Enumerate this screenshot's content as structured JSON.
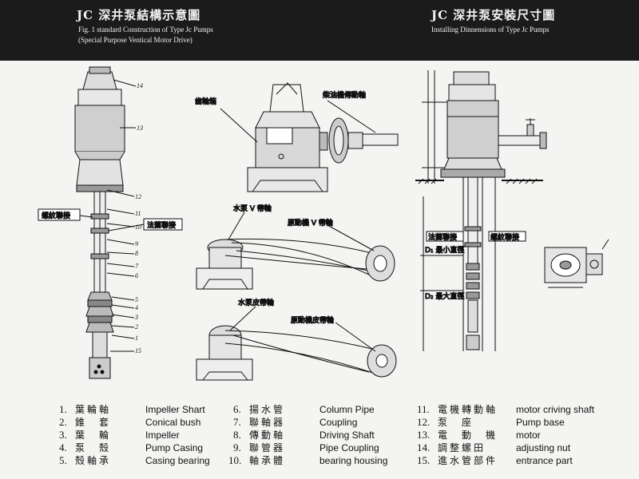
{
  "header": {
    "left_title": "JC 深井泵結構示意圖",
    "left_sub1": "Fig. 1 standard Construction of Type Jc Pumps",
    "left_sub2": "(Special Purpose Ventical Motor Drive)",
    "right_title": "JC 深井泵安裝尺寸圖",
    "right_sub": "Installing Dinnensions of Type Jc Pumps"
  },
  "labels": {
    "thread_joint": "螺紋聯接",
    "flange_joint": "法蘭聯接",
    "gearbox": "齒輪箱",
    "diesel_shaft": "柴油機傳動軸",
    "pump_v_pulley": "水泵 V 帶輪",
    "motor_v_pulley": "原動機 V 帶輪",
    "pump_belt_pulley": "水泵皮帶輪",
    "motor_belt_pulley": "原動機皮帶輪",
    "flange_joint_r": "法蘭聯接",
    "thread_joint_r": "螺紋聯接",
    "d1_min": "D₁ 最小直徑",
    "d2_max": "D₂ 最大直徑"
  },
  "part_numbers": [
    "14",
    "13",
    "12",
    "11",
    "10",
    "9",
    "8",
    "7",
    "6",
    "5",
    "4",
    "3",
    "2",
    "1",
    "15"
  ],
  "legend": [
    {
      "num": "1.",
      "zh": "葉輪軸",
      "en": "Impeller Shart"
    },
    {
      "num": "2.",
      "zh": "錐　套",
      "en": "Conical bush"
    },
    {
      "num": "3.",
      "zh": "葉　輪",
      "en": "Impeller"
    },
    {
      "num": "4.",
      "zh": "泵　殼",
      "en": "Pump Casing"
    },
    {
      "num": "5.",
      "zh": "殼軸承",
      "en": "Casing bearing"
    },
    {
      "num": "6.",
      "zh": "揚水管",
      "en": "Column Pipe"
    },
    {
      "num": "7.",
      "zh": "聯軸器",
      "en": "Coupling"
    },
    {
      "num": "8.",
      "zh": "傳動軸",
      "en": "Driving Shaft"
    },
    {
      "num": "9.",
      "zh": "聯管器",
      "en": "Pipe Coupling"
    },
    {
      "num": "10.",
      "zh": "軸承體",
      "en": "bearing housing"
    },
    {
      "num": "11.",
      "zh": "電機轉動軸",
      "en": "motor criving shaft"
    },
    {
      "num": "12.",
      "zh": "泵　座",
      "en": "Pump base"
    },
    {
      "num": "13.",
      "zh": "電　動　機",
      "en": "motor"
    },
    {
      "num": "14.",
      "zh": "調整螺田",
      "en": "adjusting nut"
    },
    {
      "num": "15.",
      "zh": "進水管部件",
      "en": "entrance part"
    }
  ]
}
